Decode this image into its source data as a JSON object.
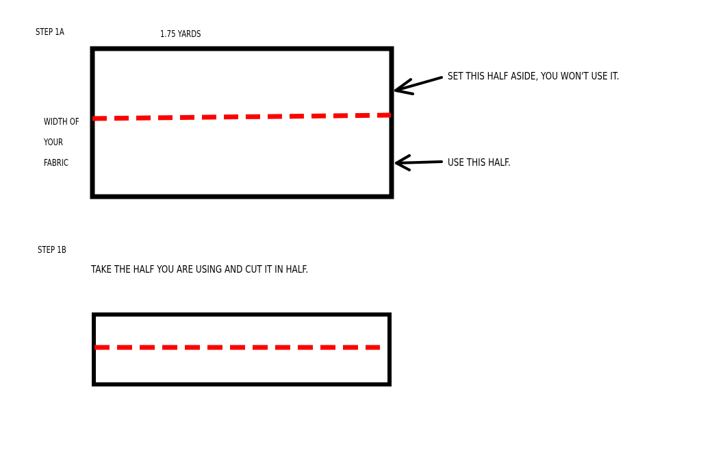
{
  "step_1a": {
    "label": "Step 1A",
    "dimension": "1.75 yards",
    "width_lines": [
      "Width of",
      "your",
      "fabric"
    ],
    "top_half_note": "Set this half aside, you won't use it.",
    "bottom_half_note": "Use this half."
  },
  "step_1b": {
    "label": "Step 1B",
    "instruction": "Take the half you are using and cut it in half."
  },
  "colors": {
    "outline": "#000000",
    "cut_line": "#ff0000",
    "background": "#ffffff"
  },
  "icons": [
    "arrow-left-icon",
    "arrow-left-icon"
  ]
}
